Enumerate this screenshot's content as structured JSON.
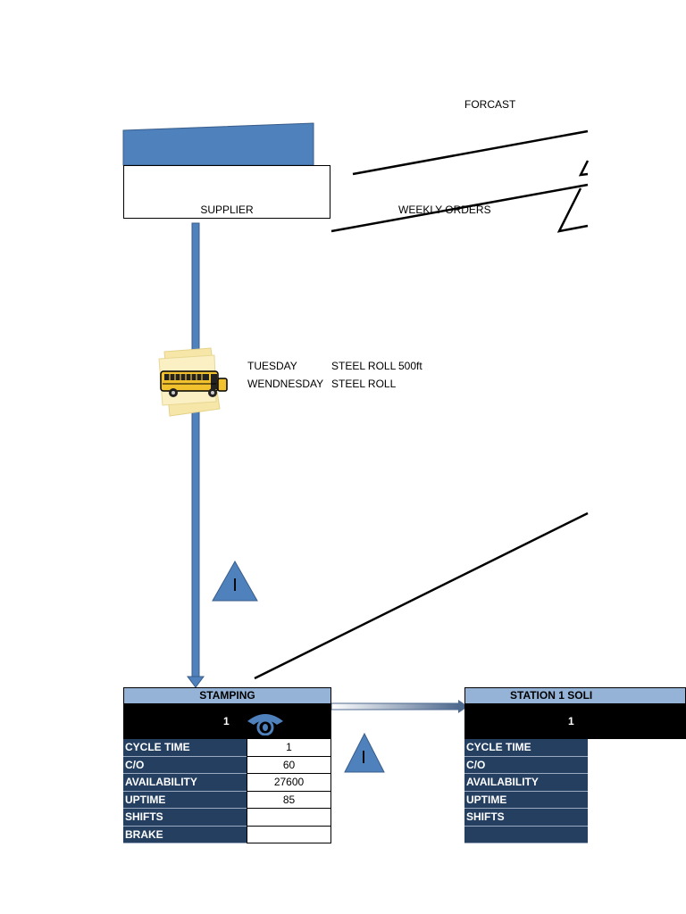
{
  "labels": {
    "forecast": "FORCAST",
    "supplier": "SUPPLIER",
    "weekly_orders": "WEEKLY ORDERS"
  },
  "deliveries": [
    {
      "day": "TUESDAY",
      "item": "STEEL ROLL",
      "qty": "500ft"
    },
    {
      "day": "WENDNESDAY",
      "item": "STEEL ROLL",
      "qty": ""
    }
  ],
  "stamping": {
    "title": "STAMPING",
    "operators": "1",
    "rows": [
      {
        "label": "CYCLE TIME",
        "value": "1"
      },
      {
        "label": "C/O",
        "value": "60"
      },
      {
        "label": "AVAILABILITY",
        "value": "27600"
      },
      {
        "label": "UPTIME",
        "value": "85"
      },
      {
        "label": "SHIFTS",
        "value": ""
      },
      {
        "label": "BRAKE",
        "value": ""
      }
    ]
  },
  "station1": {
    "title": "STATION 1 SOLI",
    "operators": "1",
    "rows": [
      {
        "label": "CYCLE TIME"
      },
      {
        "label": "C/O"
      },
      {
        "label": "AVAILABILITY"
      },
      {
        "label": "UPTIME"
      },
      {
        "label": "SHIFTS"
      },
      {
        "label": ""
      }
    ]
  },
  "inventory_marker": "I",
  "colors": {
    "accent_blue": "#4f81bd",
    "header_blue": "#95b3d7",
    "row_navy": "#243f60"
  }
}
